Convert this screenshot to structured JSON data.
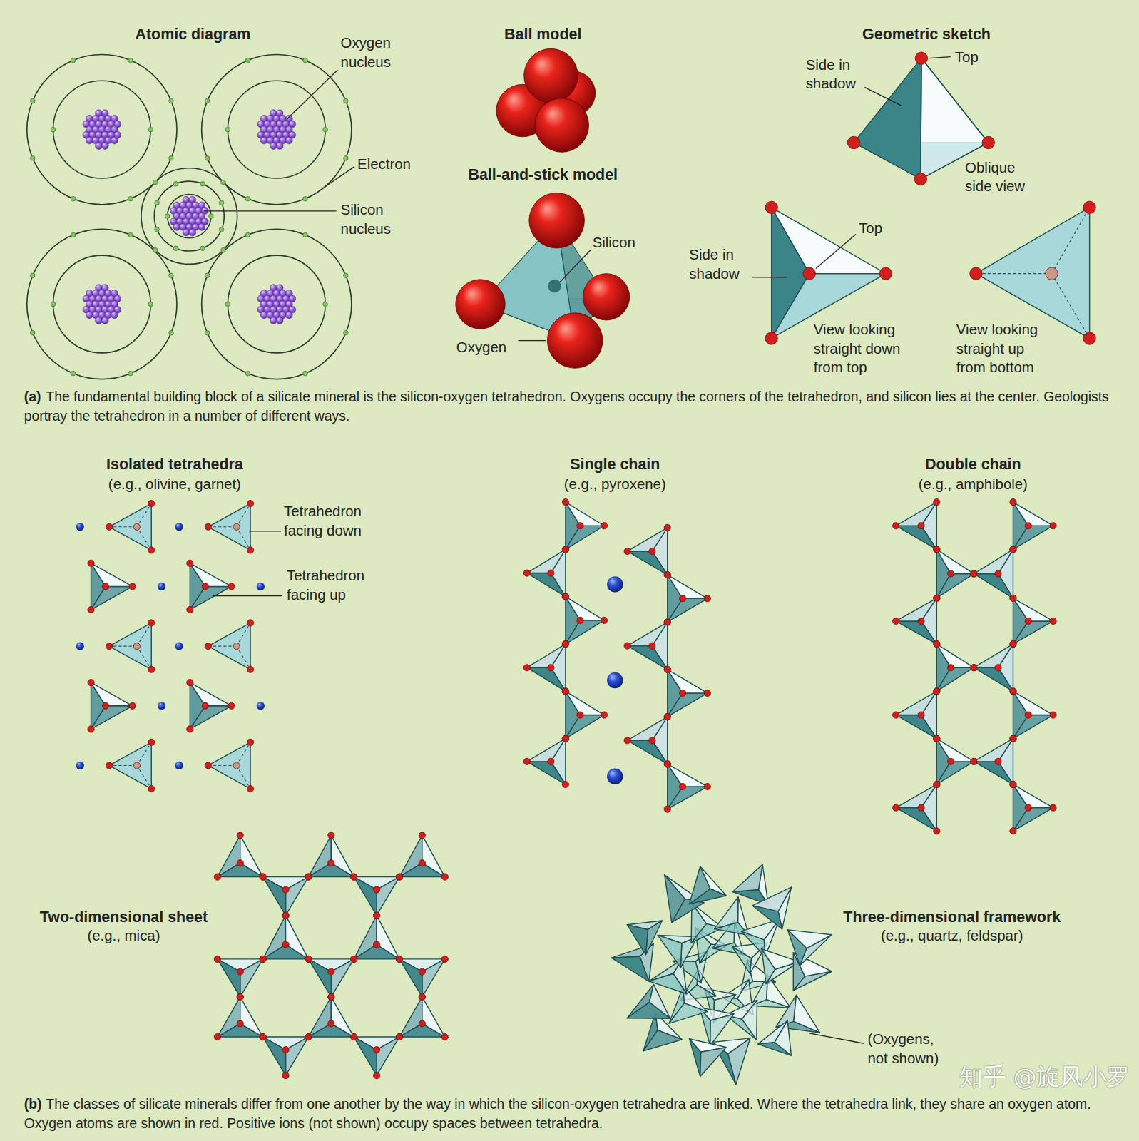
{
  "diagram": {
    "labels": [
      "Atomic diagram",
      "Oxygen nucleus",
      "Electron",
      "Silicon nucleus",
      "Ball model",
      "Ball-and-stick model",
      "Silicon",
      "Oxygen",
      "Geometric sketch",
      "Side in shadow",
      "Top",
      "Oblique side view",
      "Side in shadow",
      "Top",
      "View looking straight down from top",
      "View looking straight up from bottom",
      "(a)",
      "The fundamental building block of a silicate mineral is the silicon-oxygen tetrahedron. Oxygens occupy the corners of the tetrahedron, and silicon lies at the center. Geologists portray the tetrahedron in a number of different ways.",
      "Isolated tetrahedra",
      "(e.g., olivine, garnet)",
      "Tetrahedron facing down",
      "Tetrahedron facing up",
      "Single chain",
      "(e.g., pyroxene)",
      "Double chain",
      "(e.g., amphibole)",
      "Two-dimensional sheet",
      "(e.g., mica)",
      "Three-dimensional framework",
      "(e.g., quartz, feldspar)",
      "(Oxygens, not shown)",
      "(b)",
      "The classes of silicate minerals differ from one another by the way in which the silicon-oxygen tetrahedra are linked. Where the tetrahedra link, they share an oxygen atom. Oxygen atoms are shown in red. Positive ions (not shown) occupy spaces between tetrahedra.",
      "知乎 @旋风小罗"
    ]
  }
}
